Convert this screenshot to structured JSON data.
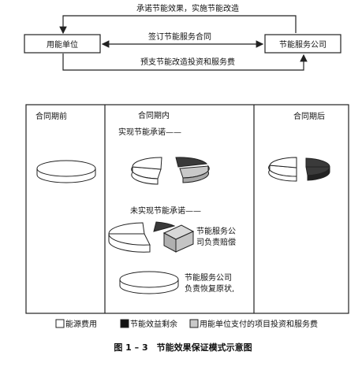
{
  "flow": {
    "top_label": "承诺节能效果，实施节能改造",
    "left_box": "用能单位",
    "right_box": "节能服务公司",
    "middle_label": "签订节能服务合同",
    "bottom_label": "预支节能改造投资和服务费"
  },
  "panels": {
    "before": "合同期前",
    "during": "合同期内",
    "after": "合同期后",
    "achieved": "实现节能承诺——",
    "not_achieved": "未实现节能承诺——",
    "compensate_1": "节能服务公",
    "compensate_2": "司负责赔偿",
    "restore_1": "节能服务公司",
    "restore_2": "负责恢复原状,"
  },
  "legend": {
    "energy_cost": "能源费用",
    "surplus": "节能效益剩余",
    "investment": "用能单位支付的项目投资和服务费"
  },
  "caption": "图 1 – 3　节能效果保证模式示意图",
  "colors": {
    "energy": "#ffffff",
    "surplus": "#3a3a3a",
    "investment": "#c9c9c9",
    "line": "#222222"
  }
}
